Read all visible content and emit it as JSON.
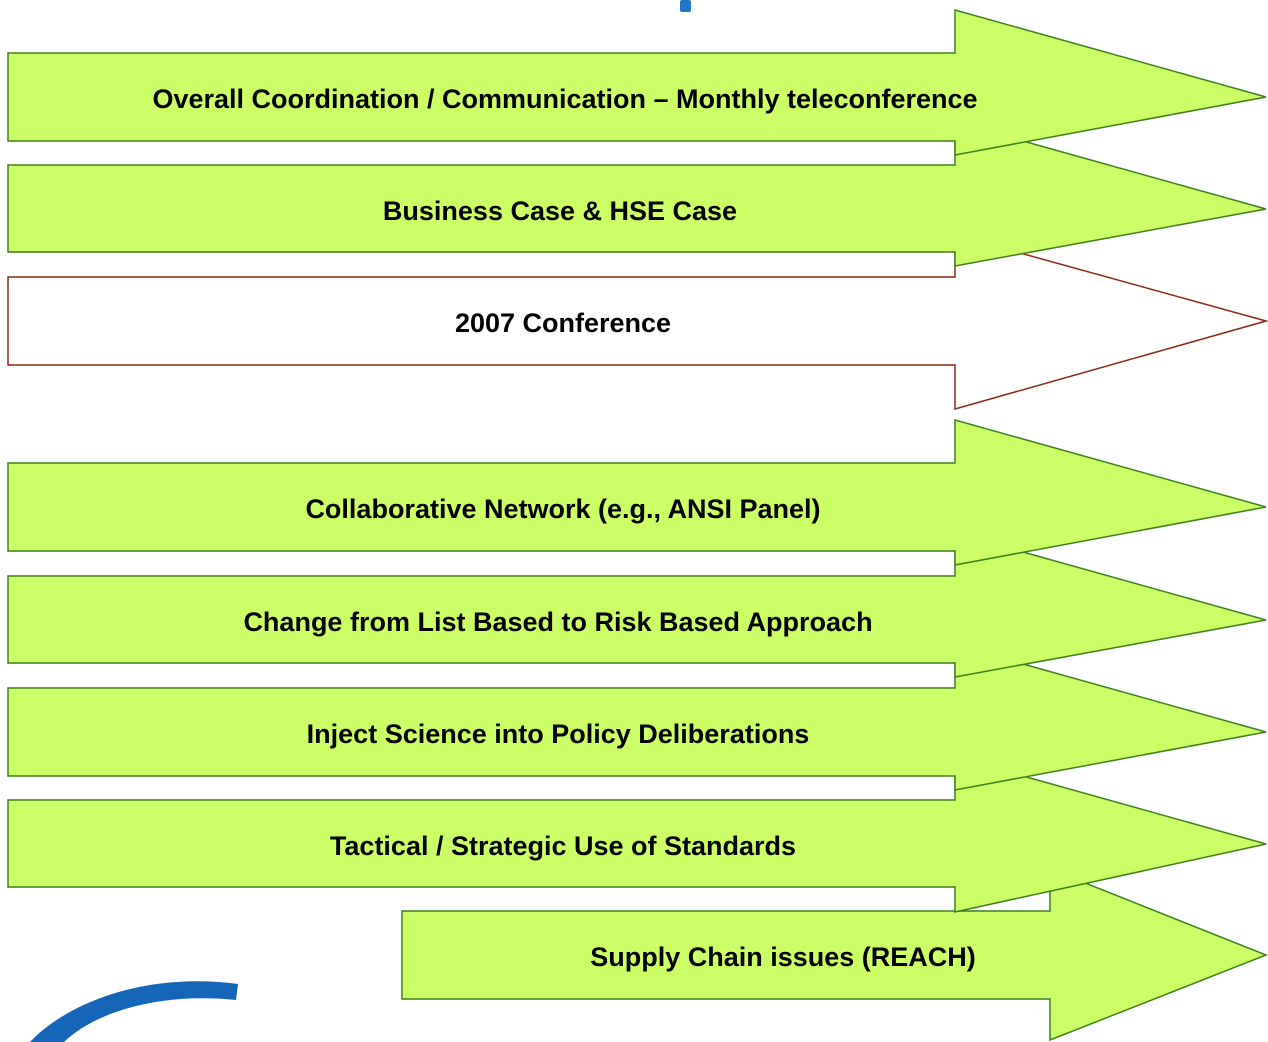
{
  "colors": {
    "arrow_fill": "#ccff66",
    "arrow_stroke": "#3f7f1f",
    "highlight_fill": "#ffffff",
    "highlight_stroke": "#8b2a14",
    "title_accent": "#1f78c8",
    "logo_blue": "#1565b8"
  },
  "arrows": [
    {
      "label": "Overall Coordination / Communication – Monthly teleconference",
      "style": "filled"
    },
    {
      "label": "Business Case  & HSE Case",
      "style": "filled"
    },
    {
      "label": "2007 Conference",
      "style": "highlight"
    },
    {
      "label": "Collaborative Network (e.g., ANSI Panel)",
      "style": "filled"
    },
    {
      "label": "Change from List Based to Risk Based Approach",
      "style": "filled"
    },
    {
      "label": "Inject Science into Policy Deliberations",
      "style": "filled"
    },
    {
      "label": "Tactical / Strategic Use of Standards",
      "style": "filled"
    },
    {
      "label": "Supply Chain issues (REACH)",
      "style": "filled"
    }
  ]
}
